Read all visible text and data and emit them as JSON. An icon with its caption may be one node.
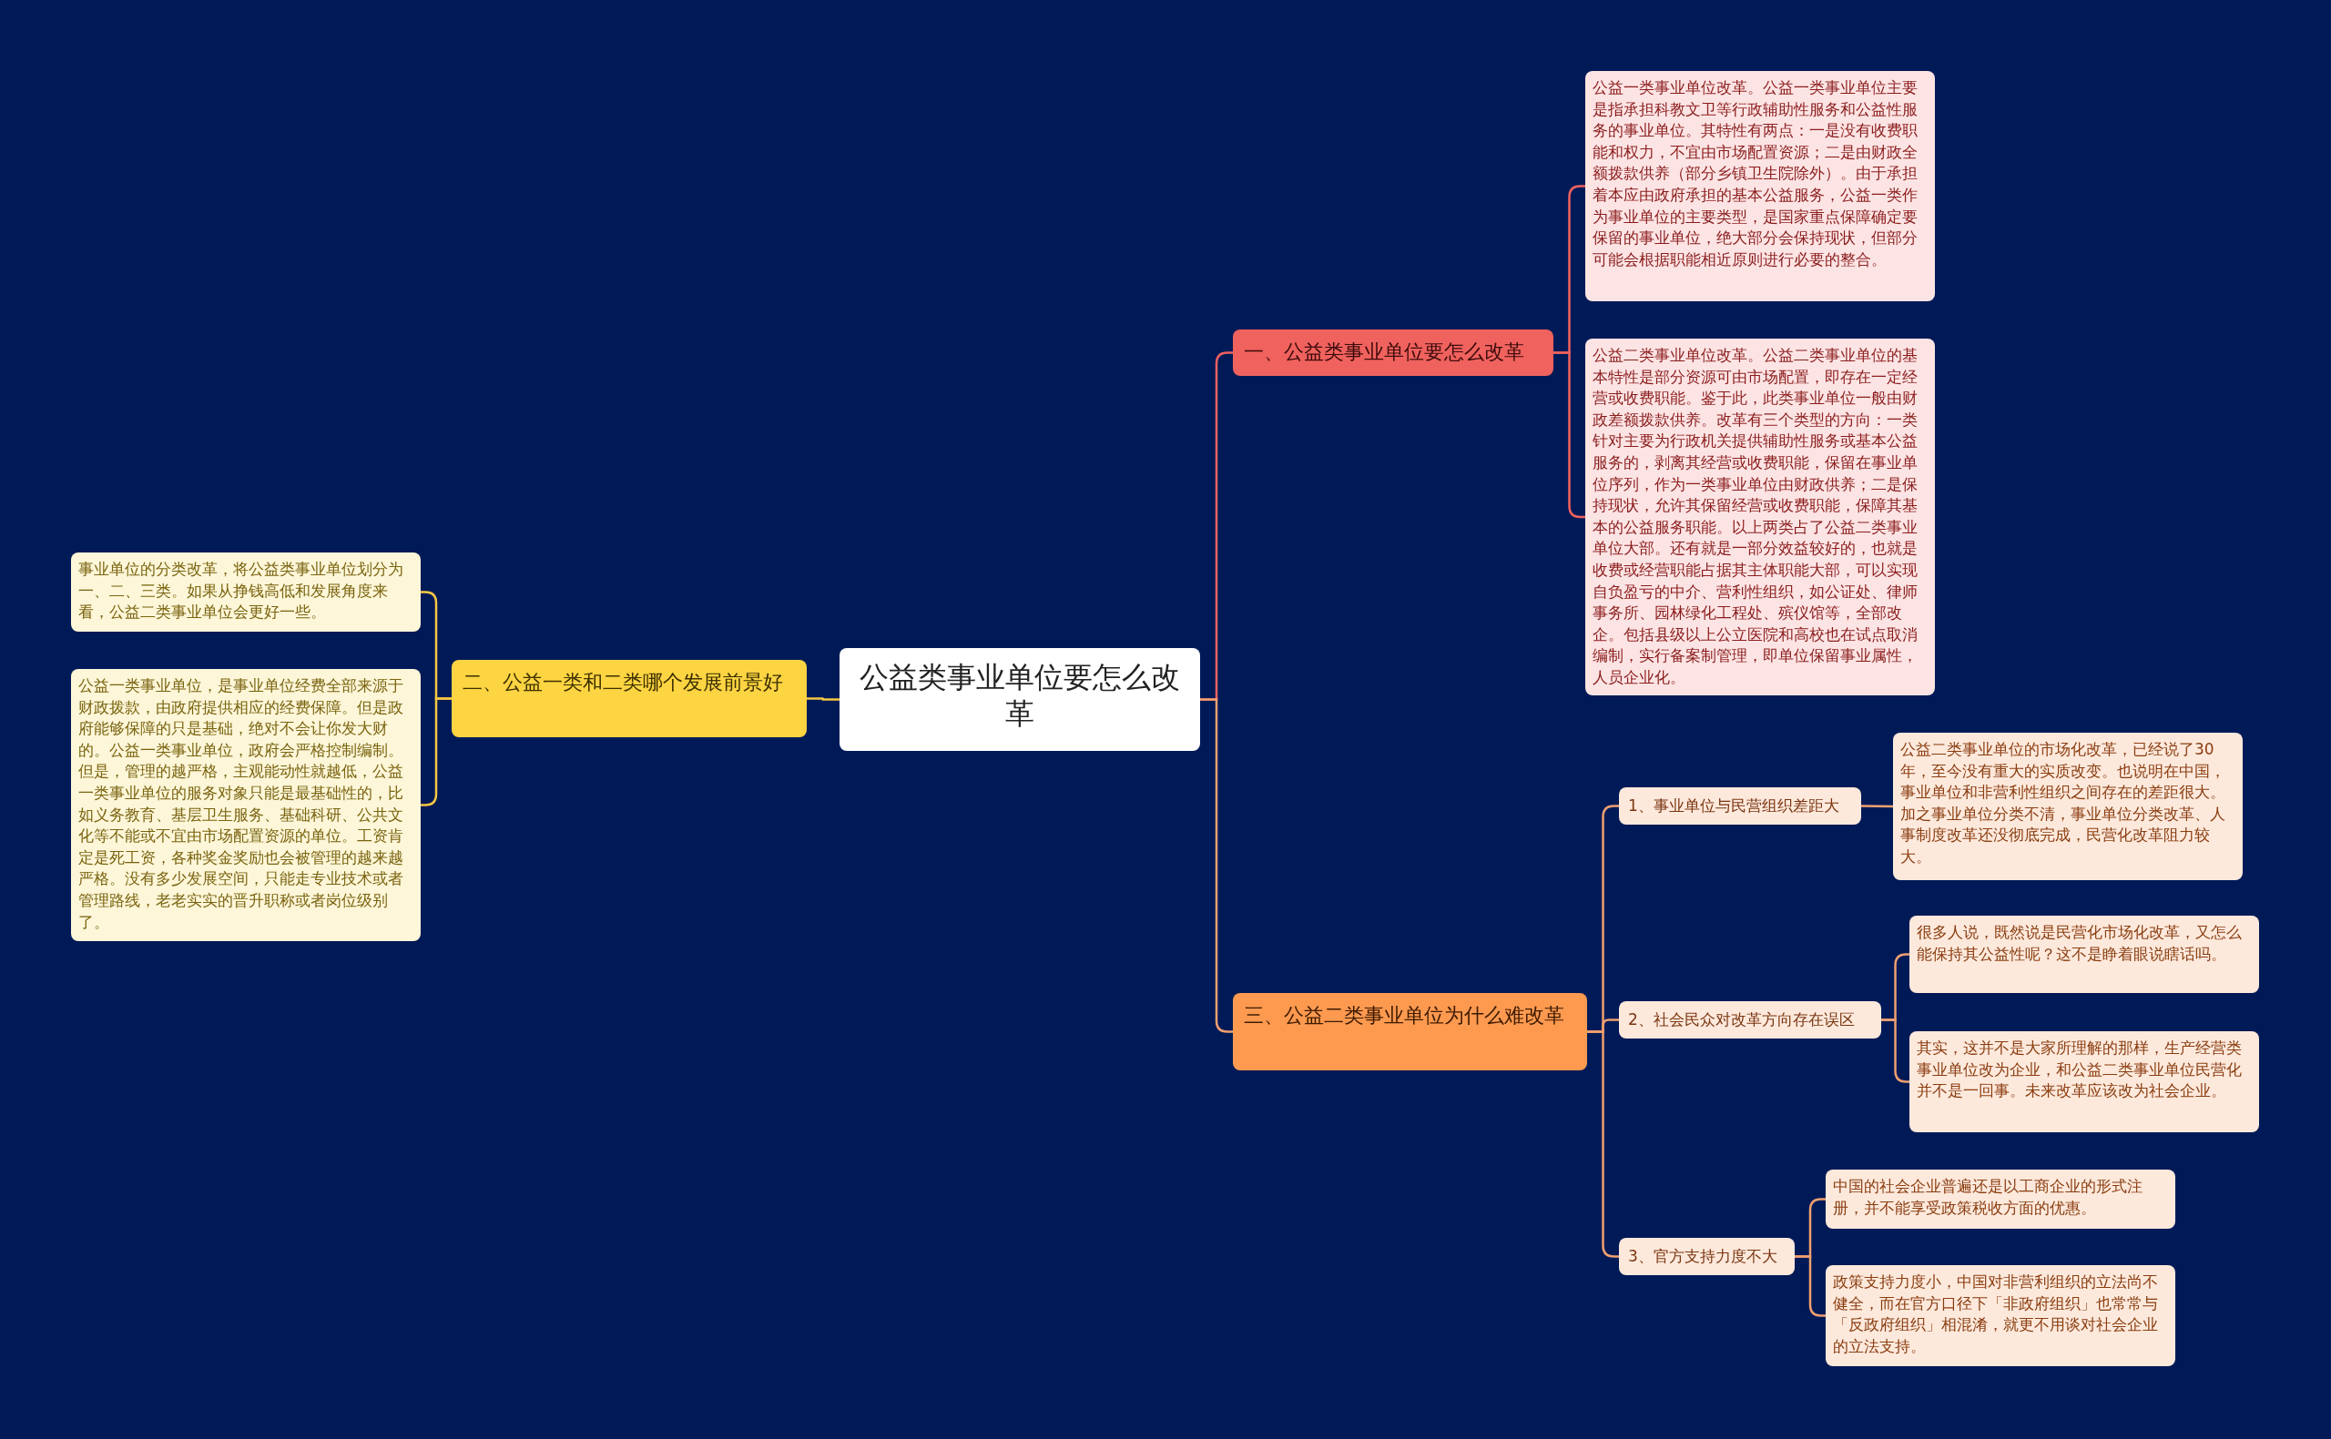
{
  "diagram": {
    "nodes": [
      {
        "text": [
          "公益类事业单位要怎么改革"
        ]
      },
      {
        "text": [
          "一、公益类事业单位要怎么改革"
        ]
      },
      {
        "text": [
          "公益一类事业单位改革。公益一类事业单位主要是指承担科教文卫等行政辅助性服务和公益性服务的事业单位。其特性有两点：一是没有收费职能和权力，不宜由市场配置资源；二是由财政全额拨款供养（部分乡镇卫生院除外）。由于承担着本应由政府承担的基本公益服务，公益一类作为事业单位的主要类型，是国家重点保障确定要保留的事业单位，绝大部分会保持现状，但部分可能会根据职能相近原则进行必要的整合。"
        ]
      },
      {
        "text": [
          "公益二类事业单位改革。公益二类事业单位的基本特性是部分资源可由市场配置，即存在一定经营或收费职能。鉴于此，此类事业单位一般由财政差额拨款供养。改革有三个类型的方向：一类针对主要为行政机关提供辅助性服务或基本公益服务的，剥离其经营或收费职能，保留在事业单位序列，作为一类事业单位由财政供养；二是保持现状，允许其保留经营或收费职能，保障其基本的公益服务职能。以上两类占了公益二类事业单位大部。还有就是一部分效益较好的，也就是收费或经营职能占据其主体职能大部，可以实现自负盈亏的中介、营利性组织，如公证处、律师事务所、园林绿化工程处、殡仪馆等，全部改企。包括县级以上公立医院和高校也在试点取消编制，实行备案制管理，即单位保留事业属性，人员企业化。"
        ]
      },
      {
        "text": [
          "二、公益一类和二类哪个发展前景好"
        ]
      },
      {
        "text": [
          "事业单位的分类改革，将公益类事业单位划分为一、二、三类。如果从挣钱高低和发展角度来看，公益二类事业单位会更好一些。"
        ]
      },
      {
        "text": [
          "公益一类事业单位，是事业单位经费全部来源于财政拨款，由政府提供相应的经费保障。但是政府能够保障的只是基础，绝对不会让你发大财的。公益一类事业单位，政府会严格控制编制。但是，管理的越严格，主观能动性就越低，公益一类事业单位的服务对象只能是最基础性的，比如义务教育、基层卫生服务、基础科研、公共文化等不能或不宜由市场配置资源的单位。工资肯定是死工资，各种奖金奖励也会被管理的越来越严格。没有多少发展空间，只能走专业技术或者管理路线，老老实实的晋升职称或者岗位级别了。"
        ]
      },
      {
        "text": [
          "三、公益二类事业单位为什么难改革"
        ]
      },
      {
        "text": [
          "1、事业单位与民营组织差距大"
        ]
      },
      {
        "text": [
          "公益二类事业单位的市场化改革，已经说了30年，至今没有重大的实质改变。也说明在中国，事业单位和非营利性组织之间存在的差距很大。加之事业单位分类不清，事业单位分类改革、人事制度改革还没彻底完成，民营化改革阻力较大。"
        ]
      },
      {
        "text": [
          "2、社会民众对改革方向存在误区"
        ]
      },
      {
        "text": [
          "很多人说，既然说是民营化市场化改革，又怎么能保持其公益性呢？这不是睁着眼说瞎话吗。"
        ]
      },
      {
        "text": [
          "其实，这并不是大家所理解的那样，生产经营类事业单位改为企业，和公益二类事业单位民营化并不是一回事。未来改革应该改为社会企业。"
        ]
      },
      {
        "text": [
          "3、官方支持力度不大"
        ]
      },
      {
        "text": [
          "中国的社会企业普遍还是以工商企业的形式注册，并不能享受政策税收方面的优惠。"
        ]
      },
      {
        "text": [
          "政策支持力度小，中国对非营利组织的立法尚不健全，而在官方口径下「非政府组织」也常常与「反政府组织」相混淆，就更不用谈对社会企业的立法支持。"
        ]
      }
    ],
    "edges": [
      {
        "from": 0,
        "to": 1,
        "arrow": "none",
        "color": "#f0625e"
      },
      {
        "from": 0,
        "to": 4,
        "arrow": "none",
        "color": "#f5c842"
      },
      {
        "from": 0,
        "to": 7,
        "arrow": "none"
      },
      {
        "from": 1,
        "to": 2,
        "arrow": "none",
        "color": "#f0625e"
      },
      {
        "from": 1,
        "to": 3,
        "arrow": "none",
        "color": "#f0625e"
      },
      {
        "from": 4,
        "to": 5,
        "arrow": "none",
        "color": "#f5c842"
      },
      {
        "from": 4,
        "to": 6,
        "arrow": "none",
        "color": "#f5c842"
      },
      {
        "from": 7,
        "to": 8,
        "arrow": "none"
      },
      {
        "from": 7,
        "to": 10,
        "arrow": "none"
      },
      {
        "from": 7,
        "to": 13,
        "arrow": "none"
      },
      {
        "from": 8,
        "to": 9,
        "arrow": "none"
      },
      {
        "from": 10,
        "to": 11,
        "arrow": "none"
      },
      {
        "from": 10,
        "to": 12,
        "arrow": "none"
      },
      {
        "from": 13,
        "to": 14,
        "arrow": "none"
      },
      {
        "from": 13,
        "to": 15,
        "arrow": "none"
      }
    ]
  }
}
